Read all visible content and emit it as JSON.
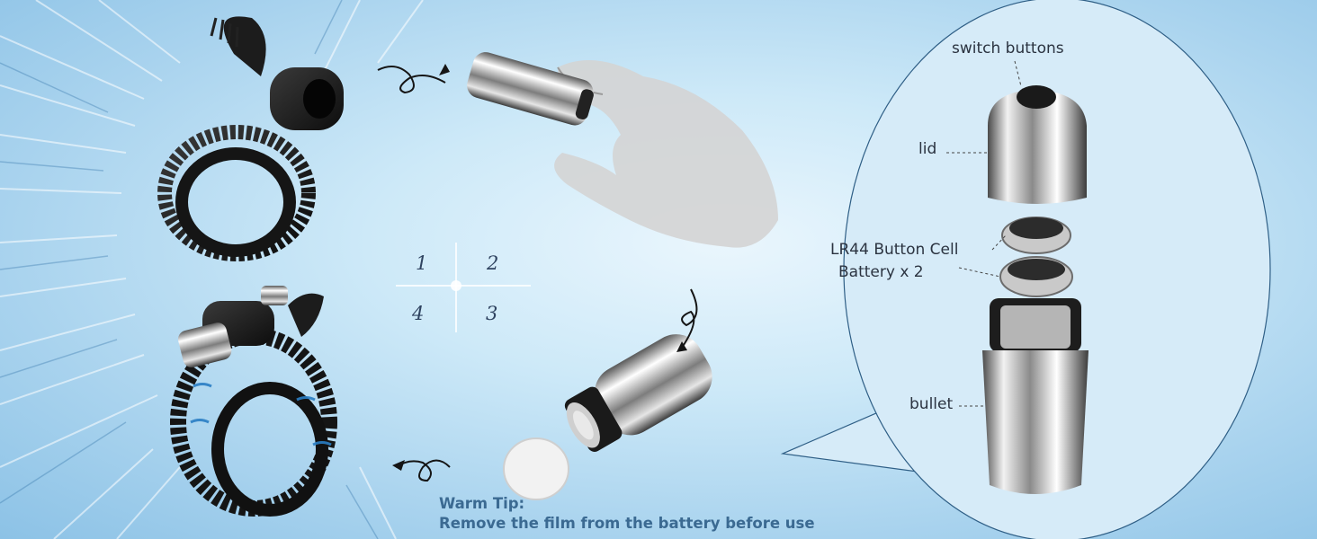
{
  "steps": [
    "1",
    "2",
    "4",
    "3"
  ],
  "callouts": {
    "switch_buttons": "switch buttons",
    "lid": "lid",
    "battery_line1": "LR44 Button Cell",
    "battery_line2": "Battery x 2",
    "bullet": "bullet"
  },
  "tip": {
    "title": "Warm Tip:",
    "text": "Remove the film from the battery before use"
  },
  "colors": {
    "text": "#2b3340",
    "tip": "#3b6a92",
    "outline": "#2f5f86"
  }
}
